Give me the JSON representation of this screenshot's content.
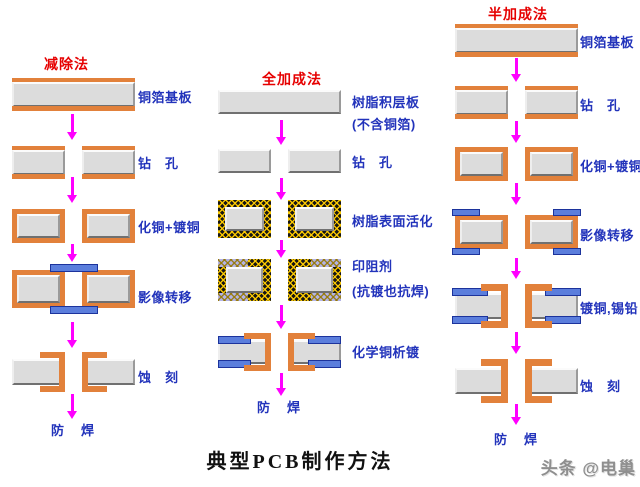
{
  "diagram_title": "典型PCB制作方法",
  "watermark": "头条 @电巢",
  "colors": {
    "copper": "#e2813b",
    "resist_blue": "#5b7edc",
    "arrow_magenta": "#ff00ff",
    "title_red": "#e60000",
    "label_blue": "#2233bb",
    "catalyst_black": "#151515",
    "catalyst_yellow": "#ffcc00",
    "board_gray": "#dcdcdc"
  },
  "columns": [
    {
      "id": "subtractive",
      "title": "减除法",
      "steps": [
        {
          "label": "铜箔基板",
          "graphic": "copper-substrate"
        },
        {
          "label": "钻　孔",
          "graphic": "copper-drilled"
        },
        {
          "label": "化铜+镀铜",
          "graphic": "plated-all"
        },
        {
          "label": "影像转移",
          "graphic": "image-transfer-tent"
        },
        {
          "label": "蚀　刻",
          "graphic": "etched"
        },
        {
          "label": "防　焊",
          "graphic": "none"
        }
      ]
    },
    {
      "id": "full-additive",
      "title": "全加成法",
      "steps": [
        {
          "label": "树脂积层板",
          "label2": "(不含铜箔)",
          "graphic": "resin-board"
        },
        {
          "label": "钻　孔",
          "graphic": "resin-drilled"
        },
        {
          "label": "树脂表面活化",
          "graphic": "activated"
        },
        {
          "label": "印阻剂",
          "label2": "(抗镀也抗焊)",
          "graphic": "resist-printed"
        },
        {
          "label": "化学铜析镀",
          "graphic": "electroless-copper"
        },
        {
          "label": "防　焊",
          "graphic": "none"
        }
      ]
    },
    {
      "id": "semi-additive",
      "title": "半加成法",
      "steps": [
        {
          "label": "铜箔基板",
          "graphic": "copper-substrate"
        },
        {
          "label": "钻　孔",
          "graphic": "copper-drilled"
        },
        {
          "label": "化铜+镀铜",
          "graphic": "plated-all"
        },
        {
          "label": "影像转移",
          "graphic": "image-transfer-outer"
        },
        {
          "label": "镀铜,锡铅",
          "graphic": "plated-tin"
        },
        {
          "label": "蚀　刻",
          "graphic": "etched-large"
        },
        {
          "label": "防　焊",
          "graphic": "none"
        }
      ]
    }
  ]
}
